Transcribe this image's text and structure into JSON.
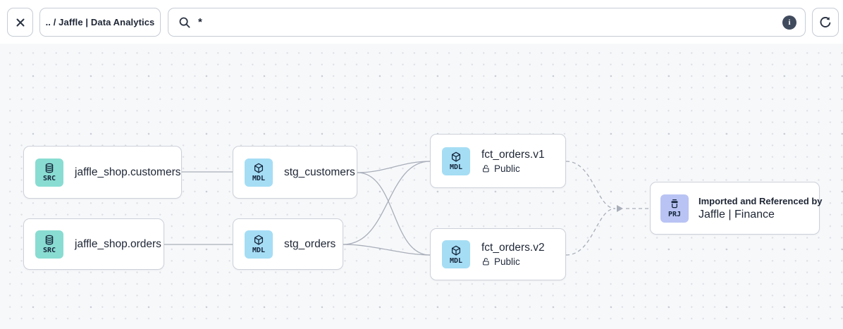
{
  "toolbar": {
    "breadcrumb": ".. / Jaffle | Data Analytics",
    "search_value": "*",
    "icons": [
      "close-icon",
      "search-icon",
      "info-icon",
      "refresh-icon"
    ]
  },
  "graph": {
    "nodes": [
      {
        "badge": "SRC",
        "label": "jaffle_shop.customers"
      },
      {
        "badge": "SRC",
        "label": "jaffle_shop.orders"
      },
      {
        "badge": "MDL",
        "label": "stg_customers"
      },
      {
        "badge": "MDL",
        "label": "stg_orders"
      },
      {
        "badge": "MDL",
        "label": "fct_orders.v1",
        "access": "Public"
      },
      {
        "badge": "MDL",
        "label": "fct_orders.v2",
        "access": "Public"
      },
      {
        "badge": "PRJ",
        "title": "Imported and Referenced by",
        "label": "Jaffle | Finance"
      }
    ],
    "edges": [
      {
        "from": "jaffle_shop.customers",
        "to": "stg_customers",
        "style": "solid"
      },
      {
        "from": "jaffle_shop.orders",
        "to": "stg_orders",
        "style": "solid"
      },
      {
        "from": "stg_customers",
        "to": "fct_orders.v1",
        "style": "solid"
      },
      {
        "from": "stg_customers",
        "to": "fct_orders.v2",
        "style": "solid"
      },
      {
        "from": "stg_orders",
        "to": "fct_orders.v1",
        "style": "solid"
      },
      {
        "from": "stg_orders",
        "to": "fct_orders.v2",
        "style": "solid"
      },
      {
        "from": "fct_orders.v1",
        "to": "Jaffle | Finance",
        "style": "dashed"
      },
      {
        "from": "fct_orders.v2",
        "to": "Jaffle | Finance",
        "style": "dashed"
      }
    ]
  },
  "colors": {
    "source_badge": "#89dcd1",
    "model_badge": "#a5ddf5",
    "project_badge": "#b9c3f4",
    "edge": "#a8aeb9",
    "canvas_bg": "#f7f8fa",
    "icon_ink": "#2a3343"
  }
}
